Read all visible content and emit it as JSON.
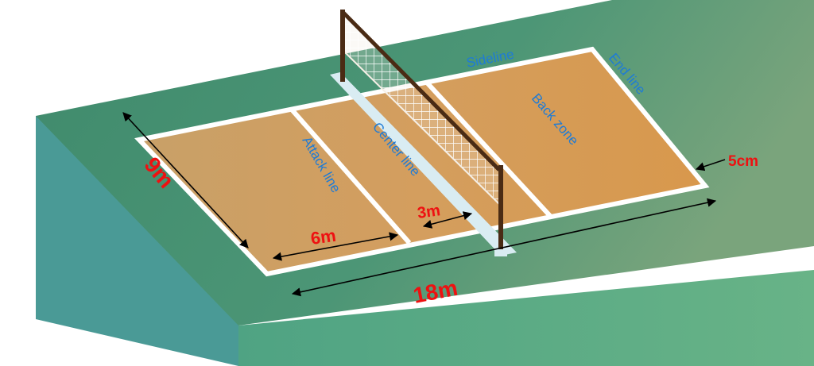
{
  "labels": {
    "sideline": "Sideline",
    "end_line": "End line",
    "back_zone": "Back zone",
    "center_line": "Center line",
    "attack_line": "Attack line",
    "width": "9m",
    "length": "18m",
    "attack_zone_depth": "6m",
    "center_gap": "3m",
    "line_width": "5cm"
  },
  "colors": {
    "platform_top": "#4c9676",
    "platform_side": "#4a9a96",
    "platform_front": "#5daf86",
    "court": "#d49c55",
    "lines": "#ffffff",
    "net_post": "#4a2b14",
    "label_blue": "#1e7bd6",
    "label_red": "#ee1111"
  }
}
